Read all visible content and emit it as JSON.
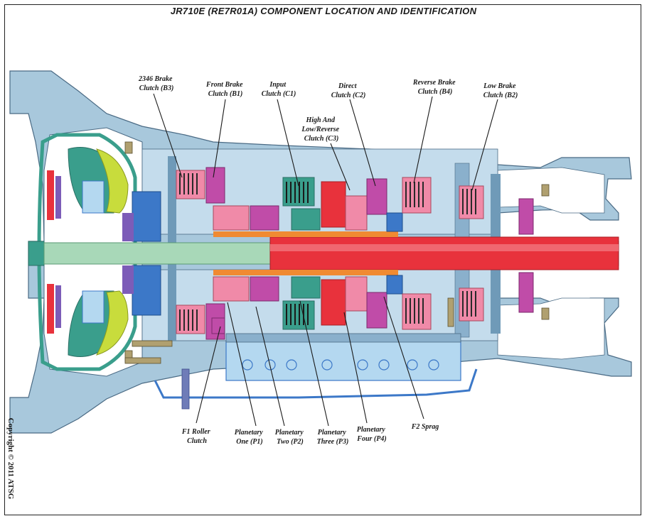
{
  "title": "JR710E (RE7R01A) COMPONENT LOCATION AND IDENTIFICATION",
  "copyright": "Copyright © 2011 ATSG",
  "labels": {
    "b3": [
      "2346 Brake",
      "Clutch (B3)"
    ],
    "b1": [
      "Front Brake",
      "Clutch (B1)"
    ],
    "c1": [
      "Input",
      "Clutch (C1)"
    ],
    "c3": [
      "High And",
      "Low/Reverse",
      "Clutch (C3)"
    ],
    "c2": [
      "Direct",
      "Clutch (C2)"
    ],
    "b4": [
      "Reverse Brake",
      "Clutch (B4)"
    ],
    "b2": [
      "Low Brake",
      "Clutch (B2)"
    ],
    "f1": [
      "F1 Roller",
      "Clutch"
    ],
    "p1": [
      "Planetary",
      "One (P1)"
    ],
    "p2": [
      "Planetary",
      "Two (P2)"
    ],
    "p3": [
      "Planetary",
      "Three (P3)"
    ],
    "p4": [
      "Planetary",
      "Four (P4)"
    ],
    "f2": [
      "F2 Sprag"
    ]
  },
  "colors": {
    "case": "#a8c8dc",
    "case_dark": "#6f9ab8",
    "shaft_red": "#e8323c",
    "shaft_green": "#a8d8b8",
    "converter_green": "#3a9e8c",
    "pump_yellow": "#c8dc3c",
    "magenta": "#c04ca8",
    "pink": "#f08aa8",
    "orange": "#f08a32",
    "blue": "#3c78c8",
    "valve_body": "#b4d8f0",
    "purple": "#7c5cb8"
  }
}
